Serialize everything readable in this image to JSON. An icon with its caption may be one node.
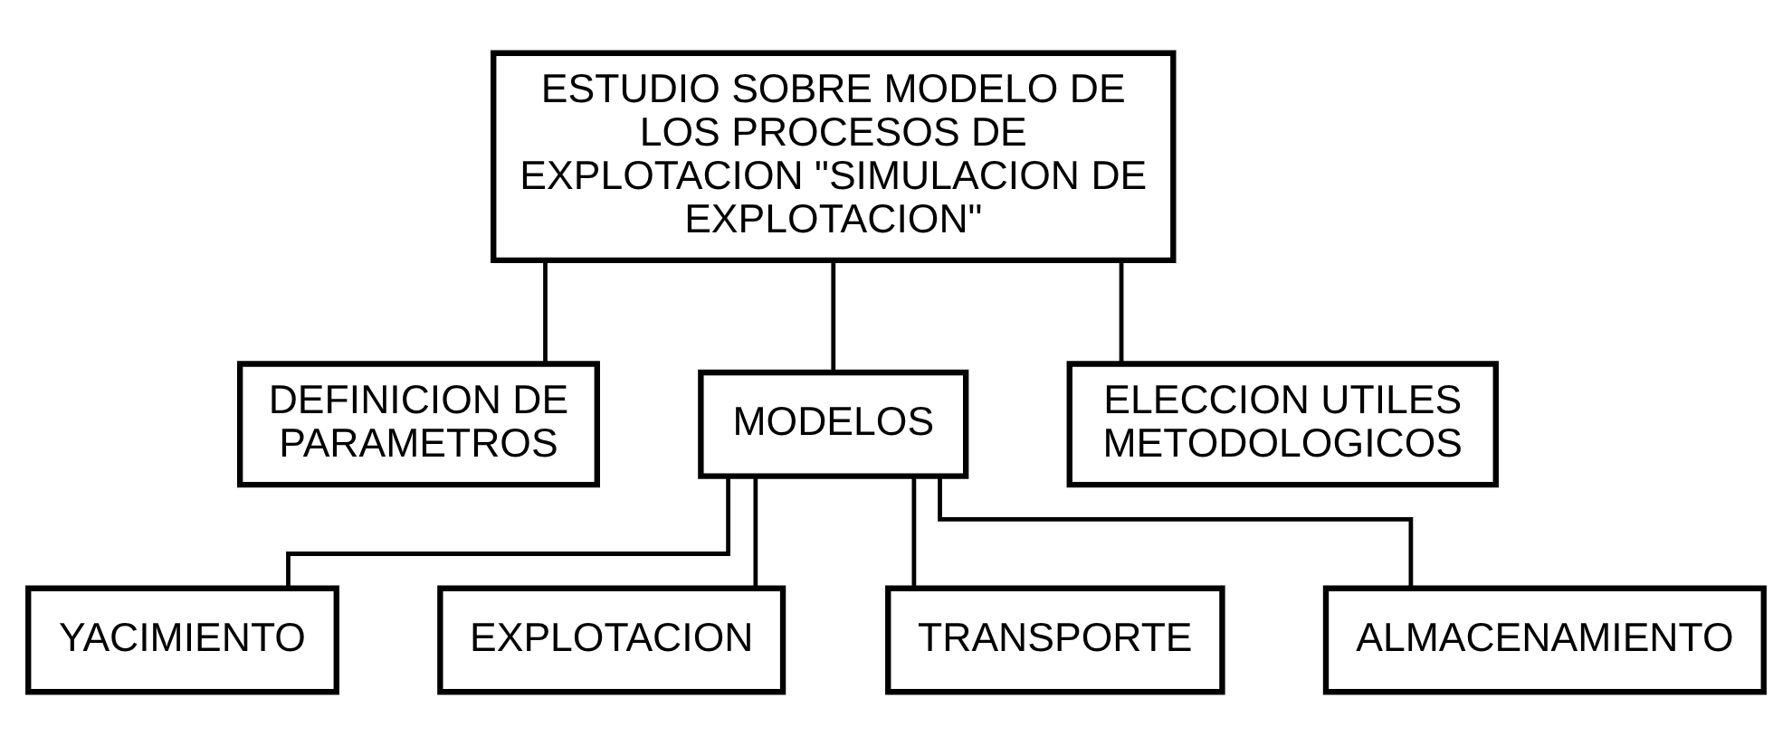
{
  "diagram": {
    "nodes": [
      {
        "text": [
          "ESTUDIO SOBRE MODELO DE LOS PROCESOS DE EXPLOTACION \"SIMULACION DE EXPLOTACION\""
        ]
      },
      {
        "text": [
          "DEFINICION DE PARAMETROS"
        ]
      },
      {
        "text": [
          "MODELOS"
        ]
      },
      {
        "text": [
          "ELECCION UTILES METODOLOGICOS"
        ]
      },
      {
        "text": [
          "YACIMIENTO"
        ]
      },
      {
        "text": [
          "EXPLOTACION"
        ]
      },
      {
        "text": [
          "TRANSPORTE"
        ]
      },
      {
        "text": [
          "ALMACENAMIENTO"
        ]
      }
    ],
    "edges": [
      {
        "from": 0,
        "to": 1,
        "arrow": "none"
      },
      {
        "from": 0,
        "to": 2,
        "arrow": "none"
      },
      {
        "from": 0,
        "to": 3,
        "arrow": "none"
      },
      {
        "from": 2,
        "to": 4,
        "arrow": "none"
      },
      {
        "from": 2,
        "to": 5,
        "arrow": "none"
      },
      {
        "from": 2,
        "to": 6,
        "arrow": "none"
      },
      {
        "from": 2,
        "to": 7,
        "arrow": "none"
      }
    ]
  }
}
